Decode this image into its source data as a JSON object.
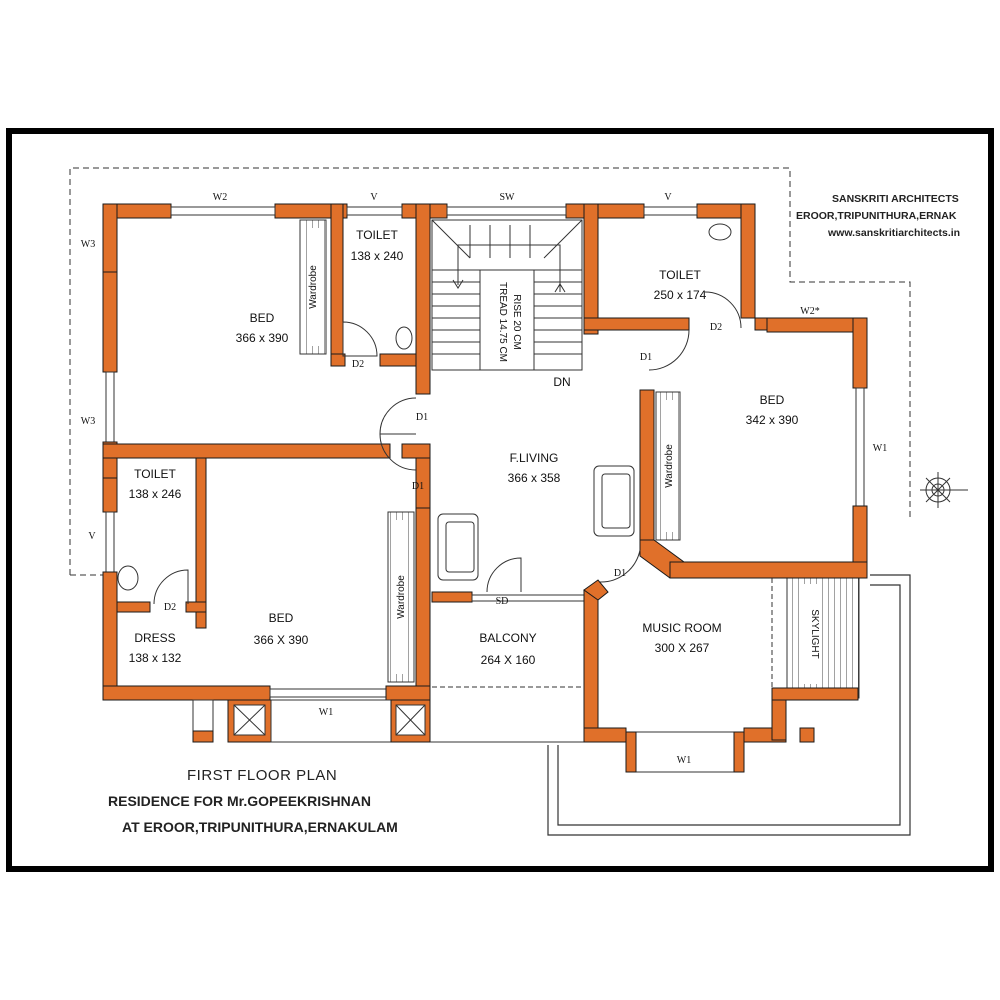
{
  "firm": {
    "name": "SANSKRITI ARCHITECTS",
    "address": "EROOR,TRIPUNITHURA,ERNAK",
    "website": "www.sanskritiarchitects.in"
  },
  "title": {
    "line1": "FIRST FLOOR PLAN",
    "line2": "RESIDENCE FOR Mr.GOPEEKRISHNAN",
    "line3": "AT EROOR,TRIPUNITHURA,ERNAKULAM"
  },
  "rooms": {
    "bed1": {
      "name": "BED",
      "size": "366 x 390"
    },
    "toilet1": {
      "name": "TOILET",
      "size": "138 x 240"
    },
    "toilet2": {
      "name": "TOILET",
      "size": "250 x 174"
    },
    "bed2": {
      "name": "BED",
      "size": "342 x 390"
    },
    "living": {
      "name": "F.LIVING",
      "size": "366 x 358"
    },
    "toilet3": {
      "name": "TOILET",
      "size": "138 x 246"
    },
    "bed3": {
      "name": "BED",
      "size": "366 X 390"
    },
    "dress": {
      "name": "DRESS",
      "size": "138 x 132"
    },
    "balcony": {
      "name": "BALCONY",
      "size": "264 X 160"
    },
    "music": {
      "name": "MUSIC ROOM",
      "size": "300 X 267"
    }
  },
  "stair": {
    "tread": "TREAD 14.75 CM",
    "rise": "RISE 20 CM",
    "down": "DN"
  },
  "wardrobe": "Wardrobe",
  "skylight": "SKYLIGHT",
  "openings": {
    "w2": "W2",
    "v": "V",
    "sw": "SW",
    "w2star": "W2*",
    "w3": "W3",
    "w1": "W1",
    "d1": "D1",
    "d2": "D2",
    "sd": "SD"
  }
}
